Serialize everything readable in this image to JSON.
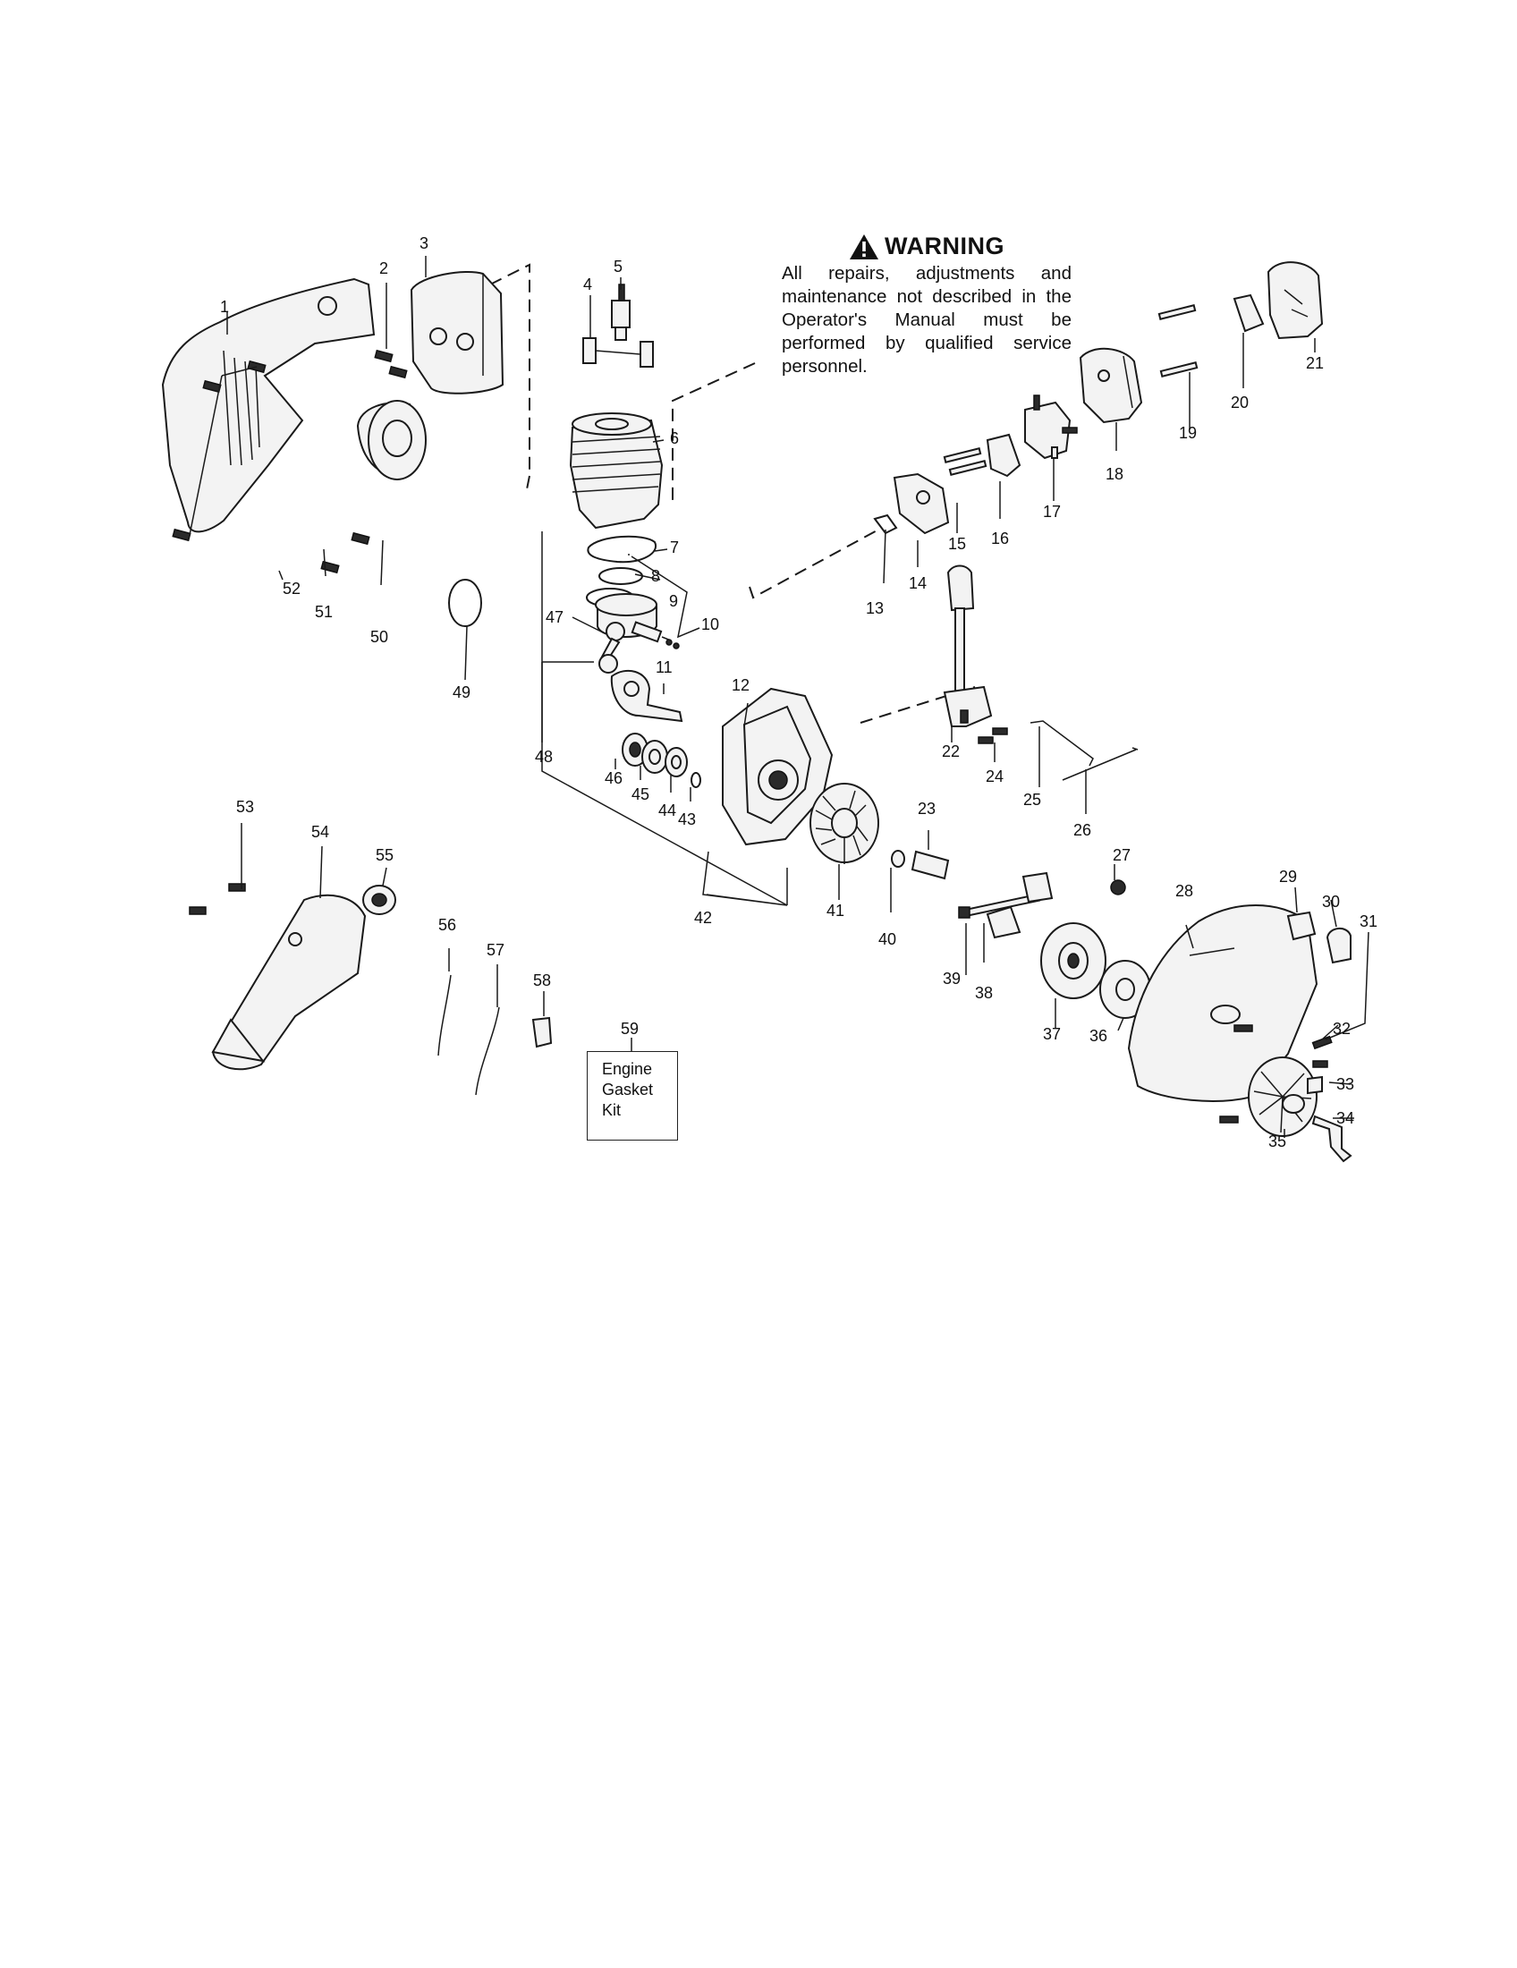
{
  "warning": {
    "title": "WARNING",
    "text": "All repairs, adjustments and maintenance not described in the Operator's Manual must be performed by qualified service personnel."
  },
  "kit": {
    "lines": [
      "Engine",
      "Gasket",
      "Kit"
    ]
  },
  "callouts": [
    "1",
    "2",
    "3",
    "4",
    "5",
    "6",
    "7",
    "8",
    "9",
    "10",
    "11",
    "12",
    "13",
    "14",
    "15",
    "16",
    "17",
    "18",
    "19",
    "20",
    "21",
    "22",
    "23",
    "24",
    "25",
    "26",
    "27",
    "28",
    "29",
    "30",
    "31",
    "32",
    "33",
    "34",
    "35",
    "36",
    "37",
    "38",
    "39",
    "40",
    "41",
    "42",
    "43",
    "44",
    "45",
    "46",
    "47",
    "48",
    "49",
    "50",
    "51",
    "52",
    "53",
    "54",
    "55",
    "56",
    "57",
    "58",
    "59"
  ],
  "icons": {
    "warning": "warning-triangle-icon"
  }
}
